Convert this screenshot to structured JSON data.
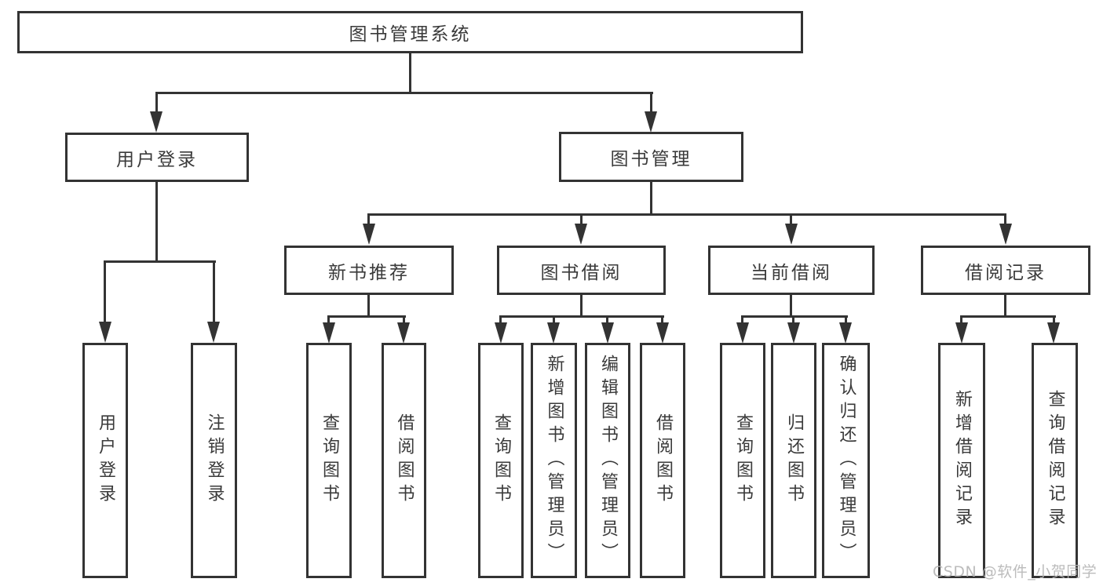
{
  "tree": {
    "root": {
      "label": "图书管理系统",
      "children": [
        {
          "label": "用户登录",
          "children": [
            {
              "label": "用户登录"
            },
            {
              "label": "注销登录"
            }
          ]
        },
        {
          "label": "图书管理",
          "children": [
            {
              "label": "新书推荐",
              "children": [
                {
                  "label": "查询图书"
                },
                {
                  "label": "借阅图书"
                }
              ]
            },
            {
              "label": "图书借阅",
              "children": [
                {
                  "label": "查询图书"
                },
                {
                  "label": "新增图书（管理员）"
                },
                {
                  "label": "编辑图书（管理员）"
                },
                {
                  "label": "借阅图书"
                }
              ]
            },
            {
              "label": "当前借阅",
              "children": [
                {
                  "label": "查询图书"
                },
                {
                  "label": "归还图书"
                },
                {
                  "label": "确认归还（管理员）"
                }
              ]
            },
            {
              "label": "借阅记录",
              "children": [
                {
                  "label": "新增借阅记录"
                },
                {
                  "label": "查询借阅记录"
                }
              ]
            }
          ]
        }
      ]
    }
  },
  "watermark": "CSDN @软件_小贺同学",
  "colors": {
    "line": "#333333",
    "text": "#3a3a3a",
    "watermark": "#b5b5b5",
    "bg": "#ffffff"
  }
}
